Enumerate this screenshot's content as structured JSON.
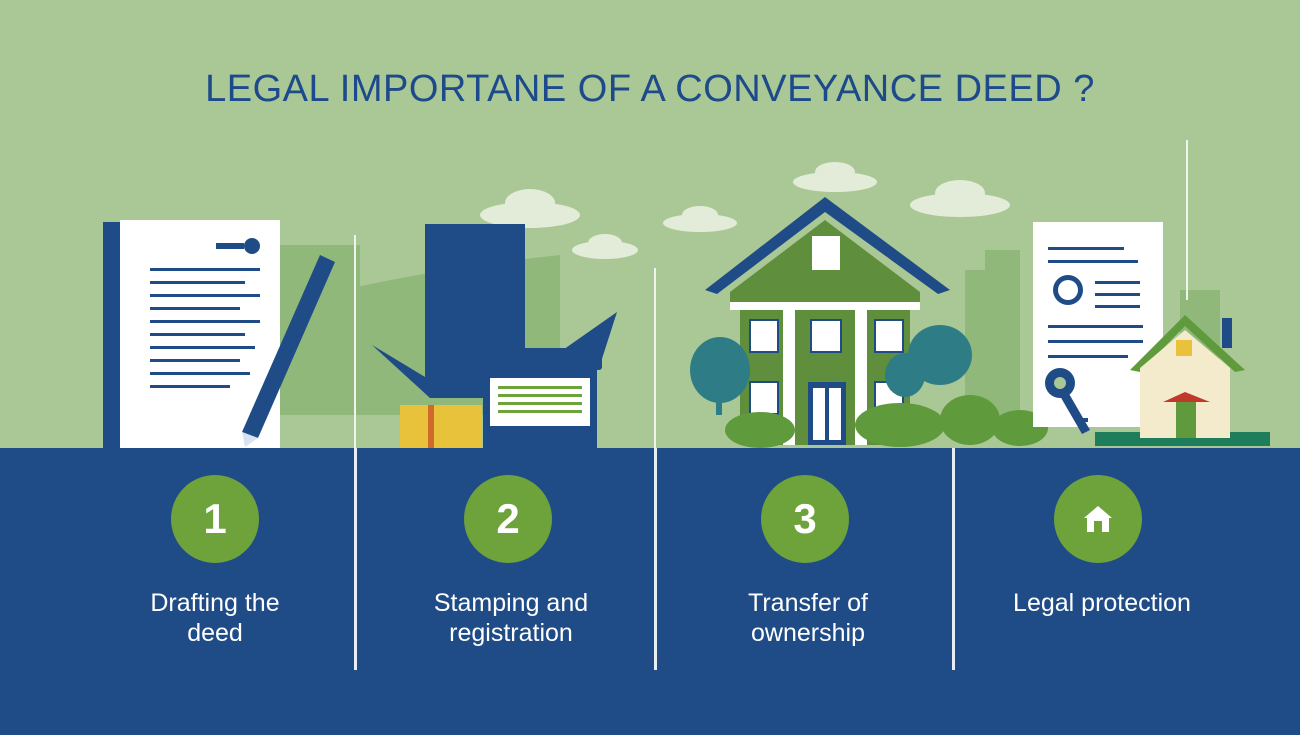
{
  "title": "LEGAL IMPORTANE OF A CONVEYANCE DEED ?",
  "colors": {
    "sky": "#aac896",
    "ground": "#4f7f34",
    "panel": "#1f4c86",
    "badge": "#6ea23a",
    "title_text": "#1d4a8a"
  },
  "steps": [
    {
      "badge": "1",
      "label": "Drafting the deed",
      "icon": "document-pen-icon"
    },
    {
      "badge": "2",
      "label": "Stamping and registration",
      "icon": "stamp-icon"
    },
    {
      "badge": "3",
      "label": "Transfer of ownership",
      "icon": "house-icon"
    },
    {
      "badge_icon": "home-icon",
      "label": "Legal protection",
      "icon": "document-key-house-icon"
    }
  ]
}
